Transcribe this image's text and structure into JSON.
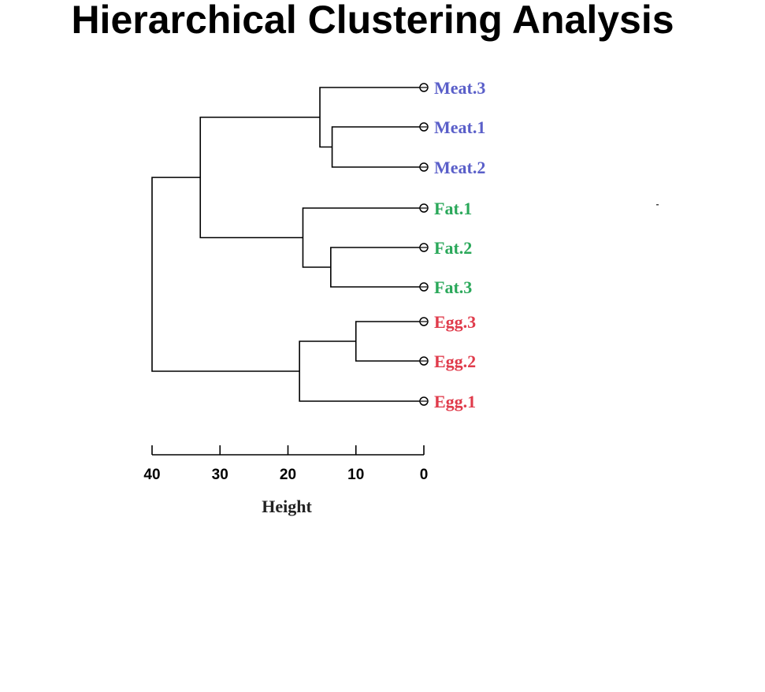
{
  "chart_data": {
    "type": "dendrogram",
    "title": "Hierarchical Clustering Analysis",
    "xlabel": "Height",
    "orientation": "horizontal",
    "x_axis": {
      "range": [
        40,
        0
      ],
      "ticks": [
        40,
        30,
        20,
        10,
        0
      ]
    },
    "leaves": [
      {
        "id": "Meat.3",
        "label": "Meat.3",
        "group": "Meat"
      },
      {
        "id": "Meat.1",
        "label": "Meat.1",
        "group": "Meat"
      },
      {
        "id": "Meat.2",
        "label": "Meat.2",
        "group": "Meat"
      },
      {
        "id": "Fat.1",
        "label": "Fat.1",
        "group": "Fat"
      },
      {
        "id": "Fat.2",
        "label": "Fat.2",
        "group": "Fat"
      },
      {
        "id": "Fat.3",
        "label": "Fat.3",
        "group": "Fat"
      },
      {
        "id": "Egg.3",
        "label": "Egg.3",
        "group": "Egg"
      },
      {
        "id": "Egg.2",
        "label": "Egg.2",
        "group": "Egg"
      },
      {
        "id": "Egg.1",
        "label": "Egg.1",
        "group": "Egg"
      }
    ],
    "merges": [
      {
        "id": "m1",
        "children": [
          "Meat.1",
          "Meat.2"
        ],
        "height": 13.5
      },
      {
        "id": "m2",
        "children": [
          "Meat.3",
          "m1"
        ],
        "height": 15.3
      },
      {
        "id": "m3",
        "children": [
          "Fat.2",
          "Fat.3"
        ],
        "height": 13.7
      },
      {
        "id": "m4",
        "children": [
          "Fat.1",
          "m3"
        ],
        "height": 17.8
      },
      {
        "id": "m5",
        "children": [
          "m2",
          "m4"
        ],
        "height": 32.9
      },
      {
        "id": "m6",
        "children": [
          "Egg.3",
          "Egg.2"
        ],
        "height": 10.0
      },
      {
        "id": "m7",
        "children": [
          "m6",
          "Egg.1"
        ],
        "height": 18.3
      },
      {
        "id": "m8",
        "children": [
          "m5",
          "m7"
        ],
        "height": 40.0
      }
    ],
    "group_colors": {
      "Meat": "#5a5fc9",
      "Fat": "#2aa85a",
      "Egg": "#e03b4b"
    }
  }
}
